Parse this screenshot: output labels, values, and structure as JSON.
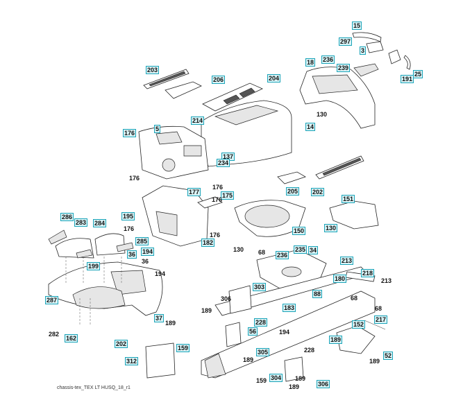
{
  "diagram": {
    "caption": "chassis-tex_TEX LT HUSQ_18_r1",
    "label_style": {
      "border_color": "#1aa3b8",
      "fill_color": "#d9f4f7",
      "text_color": "#111111"
    },
    "boxed_labels": [
      {
        "id": "15",
        "text": "15"
      },
      {
        "id": "297",
        "text": "297"
      },
      {
        "id": "3",
        "text": "3"
      },
      {
        "id": "236a",
        "text": "236"
      },
      {
        "id": "18",
        "text": "18"
      },
      {
        "id": "239",
        "text": "239"
      },
      {
        "id": "25",
        "text": "25"
      },
      {
        "id": "191",
        "text": "191"
      },
      {
        "id": "203",
        "text": "203"
      },
      {
        "id": "206",
        "text": "206"
      },
      {
        "id": "204",
        "text": "204"
      },
      {
        "id": "214",
        "text": "214"
      },
      {
        "id": "14",
        "text": "14"
      },
      {
        "id": "176a",
        "text": "176"
      },
      {
        "id": "5",
        "text": "5"
      },
      {
        "id": "137",
        "text": "137"
      },
      {
        "id": "234",
        "text": "234"
      },
      {
        "id": "205",
        "text": "205"
      },
      {
        "id": "202",
        "text": "202"
      },
      {
        "id": "177",
        "text": "177"
      },
      {
        "id": "175",
        "text": "175"
      },
      {
        "id": "151",
        "text": "151"
      },
      {
        "id": "195",
        "text": "195"
      },
      {
        "id": "150",
        "text": "150"
      },
      {
        "id": "130b",
        "text": "130"
      },
      {
        "id": "182",
        "text": "182"
      },
      {
        "id": "286",
        "text": "286"
      },
      {
        "id": "283",
        "text": "283"
      },
      {
        "id": "284",
        "text": "284"
      },
      {
        "id": "285",
        "text": "285"
      },
      {
        "id": "36a",
        "text": "36"
      },
      {
        "id": "194a",
        "text": "194"
      },
      {
        "id": "199",
        "text": "199"
      },
      {
        "id": "236b",
        "text": "236"
      },
      {
        "id": "235",
        "text": "235"
      },
      {
        "id": "34",
        "text": "34"
      },
      {
        "id": "213a",
        "text": "213"
      },
      {
        "id": "218",
        "text": "218"
      },
      {
        "id": "180",
        "text": "180"
      },
      {
        "id": "88",
        "text": "88"
      },
      {
        "id": "303",
        "text": "303"
      },
      {
        "id": "183",
        "text": "183"
      },
      {
        "id": "287",
        "text": "287"
      },
      {
        "id": "37",
        "text": "37"
      },
      {
        "id": "228a",
        "text": "228"
      },
      {
        "id": "56",
        "text": "56"
      },
      {
        "id": "152",
        "text": "152"
      },
      {
        "id": "217",
        "text": "217"
      },
      {
        "id": "162",
        "text": "162"
      },
      {
        "id": "202b",
        "text": "202"
      },
      {
        "id": "159a",
        "text": "159"
      },
      {
        "id": "305",
        "text": "305"
      },
      {
        "id": "189b",
        "text": "189"
      },
      {
        "id": "52",
        "text": "52"
      },
      {
        "id": "312",
        "text": "312"
      },
      {
        "id": "304",
        "text": "304"
      },
      {
        "id": "306b",
        "text": "306"
      }
    ],
    "plain_labels": [
      {
        "id": "130a",
        "text": "130"
      },
      {
        "id": "176b",
        "text": "176"
      },
      {
        "id": "176c",
        "text": "176"
      },
      {
        "id": "176d",
        "text": "176"
      },
      {
        "id": "176e",
        "text": "176"
      },
      {
        "id": "176f",
        "text": "176"
      },
      {
        "id": "130c",
        "text": "130"
      },
      {
        "id": "68a",
        "text": "68"
      },
      {
        "id": "36b",
        "text": "36"
      },
      {
        "id": "194b",
        "text": "194"
      },
      {
        "id": "213b",
        "text": "213"
      },
      {
        "id": "68b",
        "text": "68"
      },
      {
        "id": "68c",
        "text": "68"
      },
      {
        "id": "306a",
        "text": "306"
      },
      {
        "id": "189a",
        "text": "189"
      },
      {
        "id": "189c",
        "text": "189"
      },
      {
        "id": "194c",
        "text": "194"
      },
      {
        "id": "282a",
        "text": "282"
      },
      {
        "id": "189d",
        "text": "189"
      },
      {
        "id": "189e",
        "text": "189"
      },
      {
        "id": "228b",
        "text": "228"
      },
      {
        "id": "189f",
        "text": "189"
      },
      {
        "id": "159b",
        "text": "159"
      },
      {
        "id": "189g",
        "text": "189"
      }
    ]
  }
}
